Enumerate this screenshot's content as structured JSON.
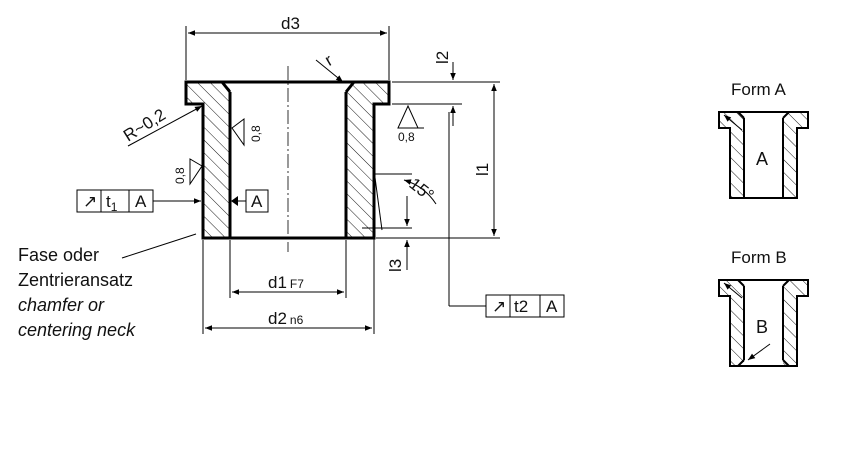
{
  "dimensions": {
    "d3": "d3",
    "r": "r",
    "radius": "R~0,2",
    "l2": "l2",
    "l1": "l1",
    "l3": "l3",
    "angle": "15°",
    "d1": "d1",
    "d1_fit": "F7",
    "d2": "d2",
    "d2_fit": "n6"
  },
  "surface_finish": {
    "inner": "0,8",
    "flange": "0,8",
    "outer": "0,8"
  },
  "tolerance_frame_1": {
    "symbol": "↗",
    "value": "t",
    "value_sub": "1",
    "datum": "A"
  },
  "tolerance_frame_2": {
    "symbol": "↗",
    "value": "t2",
    "datum": "A"
  },
  "datum_label": "A",
  "chamfer_note": {
    "de_line1": "Fase oder",
    "de_line2": "Zentrieransatz",
    "en_line1": "chamfer or",
    "en_line2": "centering neck"
  },
  "form_a": {
    "title": "Form A",
    "letter": "A"
  },
  "form_b": {
    "title": "Form B",
    "letter": "B"
  }
}
